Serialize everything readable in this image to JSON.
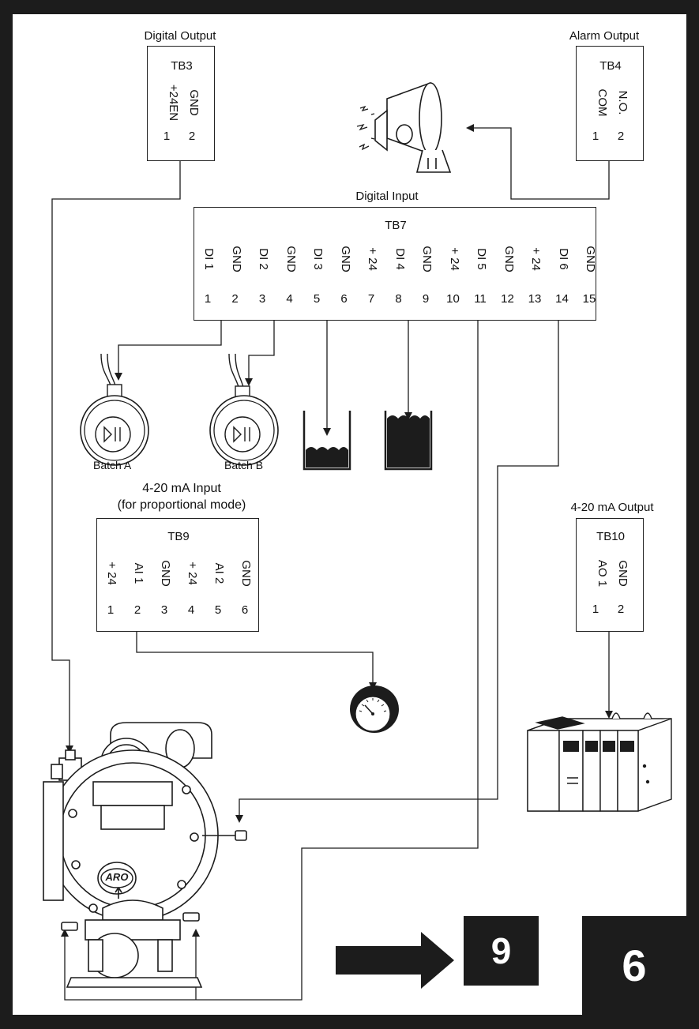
{
  "tb3": {
    "section": "Digital Output",
    "name": "TB3",
    "pins": [
      "+24EN",
      "GND"
    ],
    "numbers": [
      "1",
      "2"
    ]
  },
  "tb4": {
    "section": "Alarm Output",
    "name": "TB4",
    "pins": [
      "COM",
      "N.O."
    ],
    "numbers": [
      "1",
      "2"
    ]
  },
  "tb7": {
    "section": "Digital Input",
    "name": "TB7",
    "pins": [
      "DI 1",
      "GND",
      "DI 2",
      "GND",
      "DI 3",
      "GND",
      "+ 24",
      "DI 4",
      "GND",
      "+ 24",
      "DI 5",
      "GND",
      "+ 24",
      "DI 6",
      "GND"
    ],
    "numbers": [
      "1",
      "2",
      "3",
      "4",
      "5",
      "6",
      "7",
      "8",
      "9",
      "10",
      "11",
      "12",
      "13",
      "14",
      "15"
    ]
  },
  "tb9": {
    "section_line1": "4-20 mA Input",
    "section_line2": "(for proportional mode)",
    "name": "TB9",
    "pins": [
      "+ 24",
      "AI 1",
      "GND",
      "+ 24",
      "AI 2",
      "GND"
    ],
    "numbers": [
      "1",
      "2",
      "3",
      "4",
      "5",
      "6"
    ]
  },
  "tb10": {
    "section": "4-20 mA Output",
    "name": "TB10",
    "pins": [
      "AO 1",
      "GND"
    ],
    "numbers": [
      "1",
      "2"
    ]
  },
  "devices": {
    "batch_a": "Batch A",
    "batch_b": "Batch B",
    "pump_logo": "ARO"
  },
  "nav": {
    "next_page": "9",
    "current_page": "6"
  },
  "colors": {
    "ink": "#1c1c1c",
    "frame": "#1c1c1c",
    "background": "#ffffff"
  }
}
